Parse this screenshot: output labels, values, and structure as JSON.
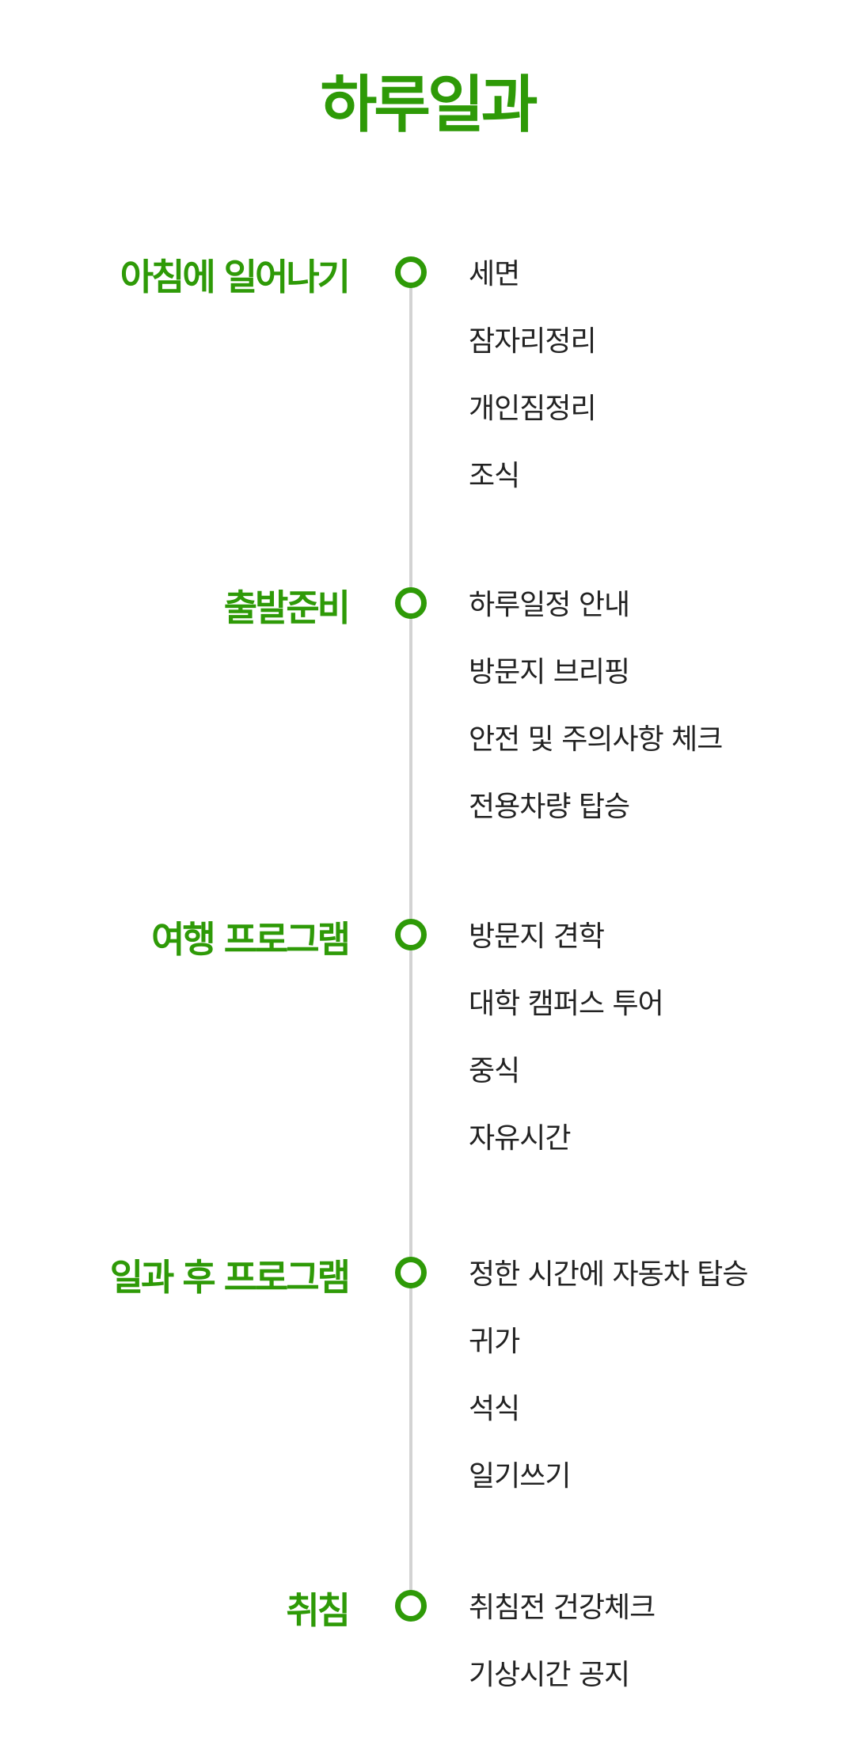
{
  "title": "하루일과",
  "sections": [
    {
      "heading": "아침에 일어나기",
      "items": [
        "세면",
        "잠자리정리",
        "개인짐정리",
        "조식"
      ]
    },
    {
      "heading": "출발준비",
      "items": [
        "하루일정 안내",
        "방문지 브리핑",
        "안전 및 주의사항 체크",
        "전용차량 탑승"
      ]
    },
    {
      "heading": "여행 프로그램",
      "items": [
        "방문지 견학",
        "대학 캠퍼스 투어",
        "중식",
        "자유시간"
      ]
    },
    {
      "heading": "일과 후 프로그램",
      "items": [
        "정한 시간에 자동차 탑승",
        "귀가",
        "석식",
        "일기쓰기"
      ]
    },
    {
      "heading": "취침",
      "items": [
        "취침전 건강체크",
        "기상시간 공지"
      ]
    }
  ]
}
